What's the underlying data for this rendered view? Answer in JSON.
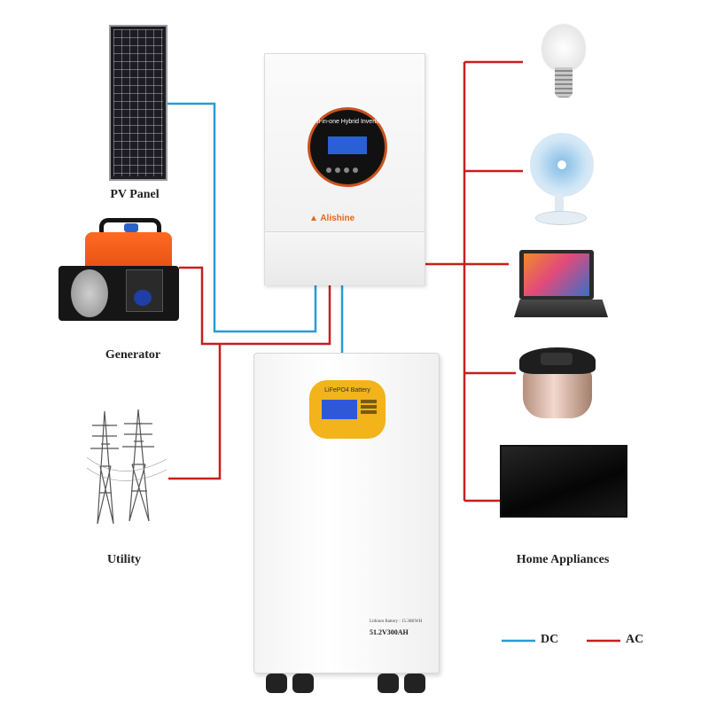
{
  "sources": {
    "pv_label": "PV Panel",
    "generator_label": "Generator",
    "utility_label": "Utility"
  },
  "inverter": {
    "screen_title": "All-in-one Hybrid Inverter",
    "brand": "Alishine"
  },
  "battery": {
    "badge_title": "LiFePO4 Battery",
    "spec_line": "Lithium Battery : 15.36KWH",
    "model": "51.2V300AH"
  },
  "loads": {
    "label": "Home Appliances",
    "items": [
      "bulb-icon",
      "fan-icon",
      "laptop-icon",
      "rice-cooker-icon",
      "tv-icon"
    ]
  },
  "legend": {
    "dc_label": "DC",
    "ac_label": "AC",
    "dc_color": "#2a9ad6",
    "ac_color": "#c81e1e"
  }
}
